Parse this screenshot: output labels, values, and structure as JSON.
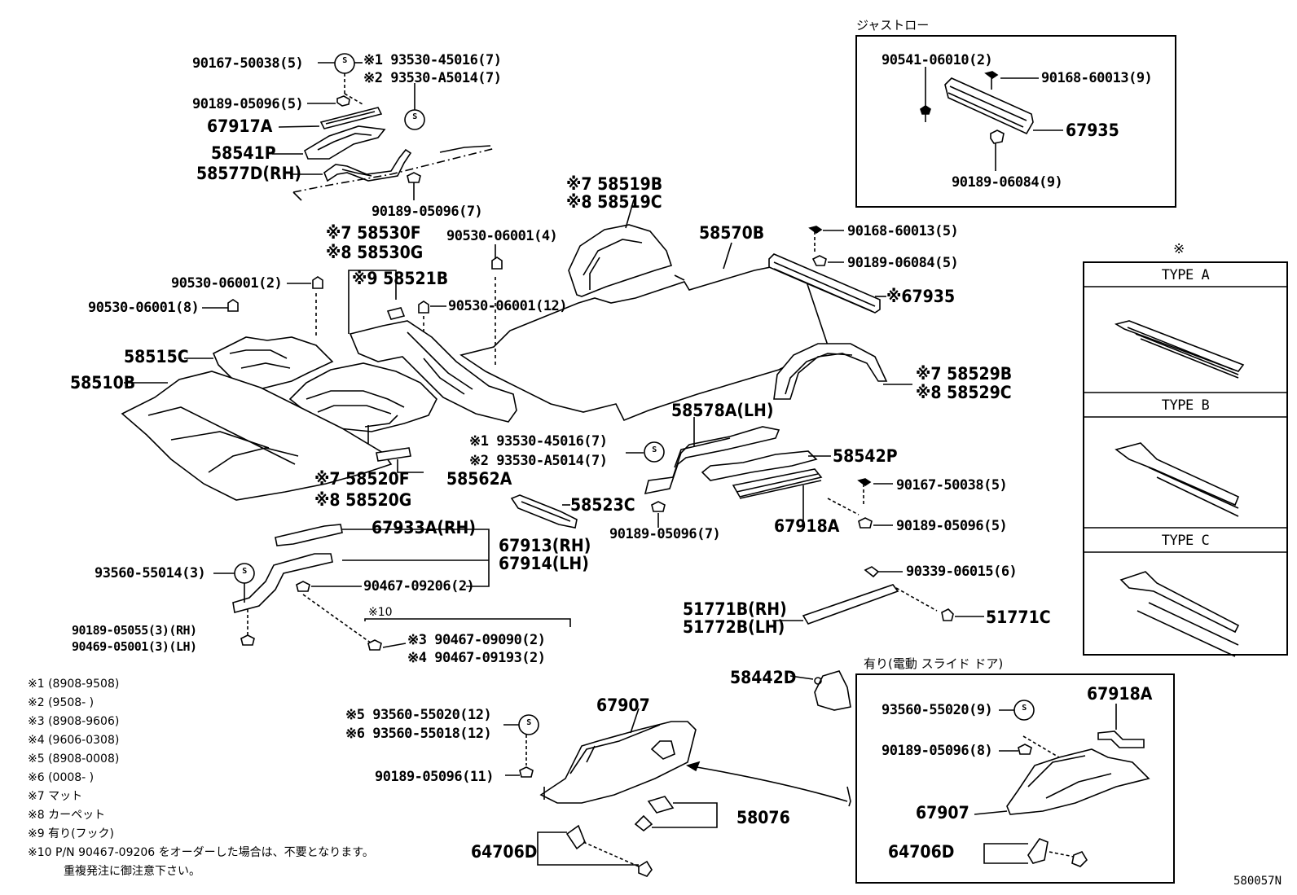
{
  "diagram_code": "580057N",
  "top_left": {
    "parts": [
      {
        "id": "p1",
        "text": "90167-50038(5)"
      },
      {
        "id": "p2",
        "text": "※1 93530-45016(7)"
      },
      {
        "id": "p3",
        "text": "※2 93530-A5014(7)"
      },
      {
        "id": "p4",
        "text": "90189-05096(5)"
      },
      {
        "id": "p5",
        "text": "67917A"
      },
      {
        "id": "p6",
        "text": "58541P"
      },
      {
        "id": "p7",
        "text": "58577D(RH)"
      },
      {
        "id": "p8",
        "text": "90189-05096(7)"
      }
    ]
  },
  "center": {
    "parts": [
      {
        "id": "c1",
        "text": "※7 58519B"
      },
      {
        "id": "c2",
        "text": "※8 58519C"
      },
      {
        "id": "c3",
        "text": "58570B"
      },
      {
        "id": "c4",
        "text": "※7 58530F"
      },
      {
        "id": "c5",
        "text": "※8 58530G"
      },
      {
        "id": "c6",
        "text": "90530-06001(4)"
      },
      {
        "id": "c7",
        "text": "90530-06001(2)"
      },
      {
        "id": "c8",
        "text": "※9 58521B"
      },
      {
        "id": "c9",
        "text": "90530-06001(8)"
      },
      {
        "id": "c10",
        "text": "90530-06001(12)"
      },
      {
        "id": "c11",
        "text": "58515C"
      },
      {
        "id": "c12",
        "text": "58510B"
      },
      {
        "id": "c13",
        "text": "90168-60013(5)"
      },
      {
        "id": "c14",
        "text": "90189-06084(5)"
      },
      {
        "id": "c15",
        "text": "※67935"
      },
      {
        "id": "c16",
        "text": "※7 58529B"
      },
      {
        "id": "c17",
        "text": "※8 58529C"
      },
      {
        "id": "c18",
        "text": "58578A(LH)"
      },
      {
        "id": "c19",
        "text": "※1 93530-45016(7)"
      },
      {
        "id": "c20",
        "text": "※2 93530-A5014(7)"
      },
      {
        "id": "c21",
        "text": "58542P"
      },
      {
        "id": "c22",
        "text": "※7 58520F"
      },
      {
        "id": "c23",
        "text": "58562A"
      },
      {
        "id": "c24",
        "text": "※8 58520G"
      },
      {
        "id": "c25",
        "text": "90167-50038(5)"
      },
      {
        "id": "c26",
        "text": "58523C"
      },
      {
        "id": "c27",
        "text": "67918A"
      },
      {
        "id": "c28",
        "text": "90189-05096(7)"
      },
      {
        "id": "c29",
        "text": "90189-05096(5)"
      }
    ]
  },
  "lower": {
    "parts": [
      {
        "id": "l1",
        "text": "67933A(RH)"
      },
      {
        "id": "l2",
        "text": "67913(RH)"
      },
      {
        "id": "l3",
        "text": "67914(LH)"
      },
      {
        "id": "l4",
        "text": "93560-55014(3)"
      },
      {
        "id": "l5",
        "text": "90467-09206(2)"
      },
      {
        "id": "l6",
        "text": "※10"
      },
      {
        "id": "l7",
        "text": "90189-05055(3)(RH)"
      },
      {
        "id": "l8",
        "text": "90469-05001(3)(LH)"
      },
      {
        "id": "l9",
        "text": "※3 90467-09090(2)"
      },
      {
        "id": "l10",
        "text": "※4 90467-09193(2)"
      },
      {
        "id": "l11",
        "text": "90339-06015(6)"
      },
      {
        "id": "l12",
        "text": "51771B(RH)"
      },
      {
        "id": "l13",
        "text": "51772B(LH)"
      },
      {
        "id": "l14",
        "text": "51771C"
      },
      {
        "id": "l15",
        "text": "58442D"
      },
      {
        "id": "l16",
        "text": "67907"
      },
      {
        "id": "l17",
        "text": "※5 93560-55020(12)"
      },
      {
        "id": "l18",
        "text": "※6 93560-55018(12)"
      },
      {
        "id": "l19",
        "text": "90189-05096(11)"
      },
      {
        "id": "l20",
        "text": "58076"
      },
      {
        "id": "l21",
        "text": "64706D"
      }
    ]
  },
  "just_low_box": {
    "title": "ジャストロー",
    "parts": [
      {
        "id": "j1",
        "text": "90541-06010(2)"
      },
      {
        "id": "j2",
        "text": "90168-60013(9)"
      },
      {
        "id": "j3",
        "text": "67935"
      },
      {
        "id": "j4",
        "text": "90189-06084(9)"
      }
    ]
  },
  "type_box": {
    "mark": "※",
    "types": [
      "TYPE A",
      "TYPE B",
      "TYPE C"
    ]
  },
  "power_slide_box": {
    "title": "有り(電動 スライド ドア)",
    "parts": [
      {
        "id": "s1",
        "text": "67918A"
      },
      {
        "id": "s2",
        "text": "93560-55020(9)"
      },
      {
        "id": "s3",
        "text": "90189-05096(8)"
      },
      {
        "id": "s4",
        "text": "67907"
      },
      {
        "id": "s5",
        "text": "64706D"
      }
    ]
  },
  "notes": [
    "※1 (8908-9508)",
    "※2 (9508-        )",
    "※3 (8908-9606)",
    "※4 (9606-0308)",
    "※5 (8908-0008)",
    "※6 (0008-        )",
    "※7 マット",
    "※8 カーペット",
    "※9 有り(フック)",
    "※10 P/N 90467-09206 をオーダーした場合は、不要となります。",
    "重複発注に御注意下さい。"
  ],
  "symbol_s": "S"
}
